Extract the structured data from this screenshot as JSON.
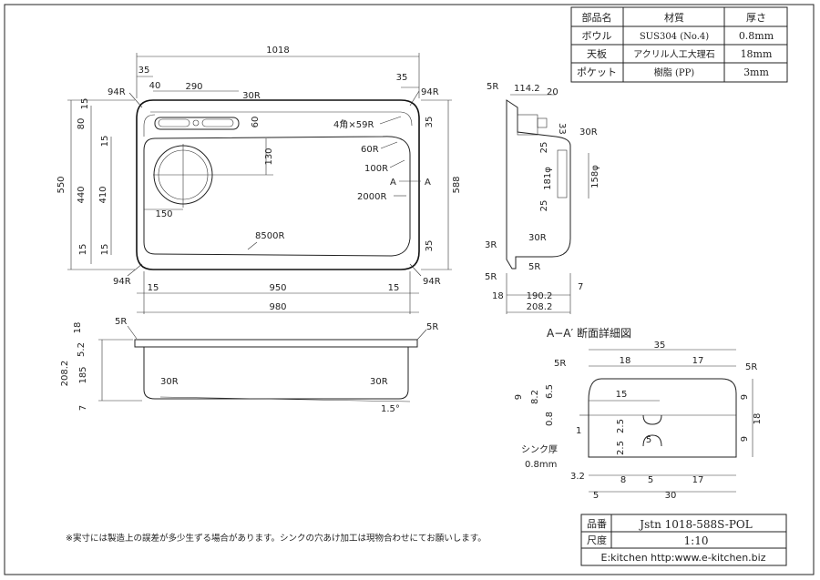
{
  "material_table": {
    "headers": [
      "部品名",
      "材質",
      "厚さ"
    ],
    "rows": [
      [
        "ボウル",
        "SUS304 (No.4)",
        "0.8mm"
      ],
      [
        "天板",
        "アクリル人工大理石",
        "18mm"
      ],
      [
        "ポケット",
        "樹脂 (PP)",
        "3mm"
      ]
    ]
  },
  "top_view": {
    "overall_width": "1018",
    "left_offset": "35",
    "right_offset": "35",
    "pocket_offset": "40",
    "pocket_width": "290",
    "pocket_radius": "30R",
    "pocket_depth": "60",
    "corner_radius_tl": "94R",
    "corner_radius_tr": "94R",
    "corner_radius_bl": "94R",
    "corner_radius_br": "94R",
    "left_margin_top": "15",
    "left_margin_bottom": "15",
    "height_total": "550",
    "height_bowl": "440",
    "height_inner": "410",
    "height_80": "80",
    "inner_margin_top": "15",
    "inner_margin_bottom": "15",
    "right_total": "588",
    "right_top": "35",
    "right_bottom": "35",
    "corner_note": "4角×59R",
    "radius_60": "60R",
    "radius_100": "100R",
    "radius_2000": "2000R",
    "radius_8500": "8500R",
    "drain_offset": "130",
    "drain_x": "150",
    "section_a_left": "A",
    "section_a_right": "A",
    "bottom_left": "15",
    "bottom_mid": "950",
    "bottom_right": "15",
    "bottom_total": "980"
  },
  "side_view": {
    "radius_top": "5R",
    "width_114": "114.2",
    "width_20": "20",
    "dim_33": "33",
    "radius_30": "30R",
    "dim_25a": "25",
    "dia_181": "181φ",
    "dia_158": "158φ",
    "dim_25b": "25",
    "radius_3": "3R",
    "radius_30b": "30R",
    "radius_5a": "5R",
    "radius_5b": "5R",
    "dim_18": "18",
    "dim_190": "190.2",
    "dim_7": "7",
    "dim_208": "208.2"
  },
  "front_view": {
    "radius_5l": "5R",
    "radius_5r": "5R",
    "dim_18": "18",
    "dim_52": "5.2",
    "dim_208": "208.2",
    "dim_185": "185",
    "dim_7": "7",
    "radius_30l": "30R",
    "radius_30r": "30R",
    "slope": "1.5°"
  },
  "section_detail": {
    "title": "A−A′ 断面詳細図",
    "dim_35": "35",
    "dim_18": "18",
    "dim_17": "17",
    "radius_5l": "5R",
    "radius_5r": "5R",
    "dim_15": "15",
    "dim_9a": "9",
    "dim_82": "8.2",
    "dim_65": "6.5",
    "dim_08": "0.8",
    "dim_1": "1",
    "dim_25a": "2.5",
    "dim_25b": "2.5",
    "dim_5": "5",
    "dim_9r": "9",
    "dim_18r": "18",
    "dim_9r2": "9",
    "sink_label": "シンク厚",
    "sink_value": "0.8mm",
    "dim_32": "3.2",
    "b_8": "8",
    "b_5": "5",
    "b_17": "17",
    "b_5b": "5",
    "b_30": "30"
  },
  "note": "※実寸には製造上の誤差が多少生ずる場合があります。シンクの穴あけ加工は現物合わせにてお願いします。",
  "title_block": {
    "part_label": "品番",
    "part_value": "Jstn 1018-588S-POL",
    "scale_label": "尺度",
    "scale_value": "1:10",
    "footer": "E:kitchen http:www.e-kitchen.biz"
  }
}
